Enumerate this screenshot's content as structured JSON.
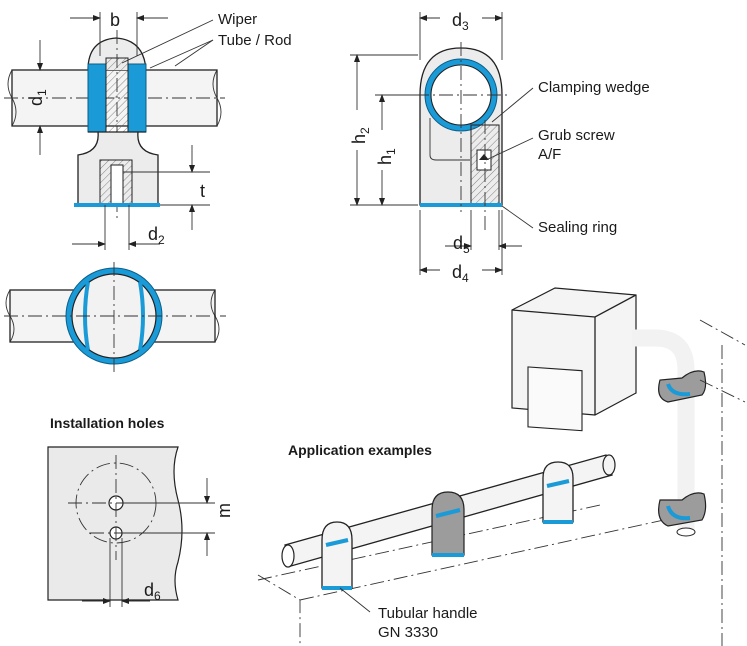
{
  "labels": {
    "b": "b",
    "wiper": "Wiper",
    "tube_rod": "Tube / Rod",
    "d1": "d",
    "d1_sub": "1",
    "t": "t",
    "d2": "d",
    "d2_sub": "2",
    "d3": "d",
    "d3_sub": "3",
    "h2": "h",
    "h2_sub": "2",
    "h1": "h",
    "h1_sub": "1",
    "clamping_wedge": "Clamping wedge",
    "grub_screw": "Grub screw",
    "af": "A/F",
    "sealing_ring": "Sealing ring",
    "d5": "d",
    "d5_sub": "5",
    "d4": "d",
    "d4_sub": "4",
    "installation_holes": "Installation holes",
    "m": "m",
    "d6": "d",
    "d6_sub": "6",
    "application_examples": "Application examples",
    "tubular_handle": "Tubular handle",
    "gn": "GN 3330"
  },
  "colors": {
    "accent_blue": "#1a9ad6",
    "body_gray": "#ececec",
    "dark_gray": "#9c9c9c",
    "line": "#222222"
  }
}
